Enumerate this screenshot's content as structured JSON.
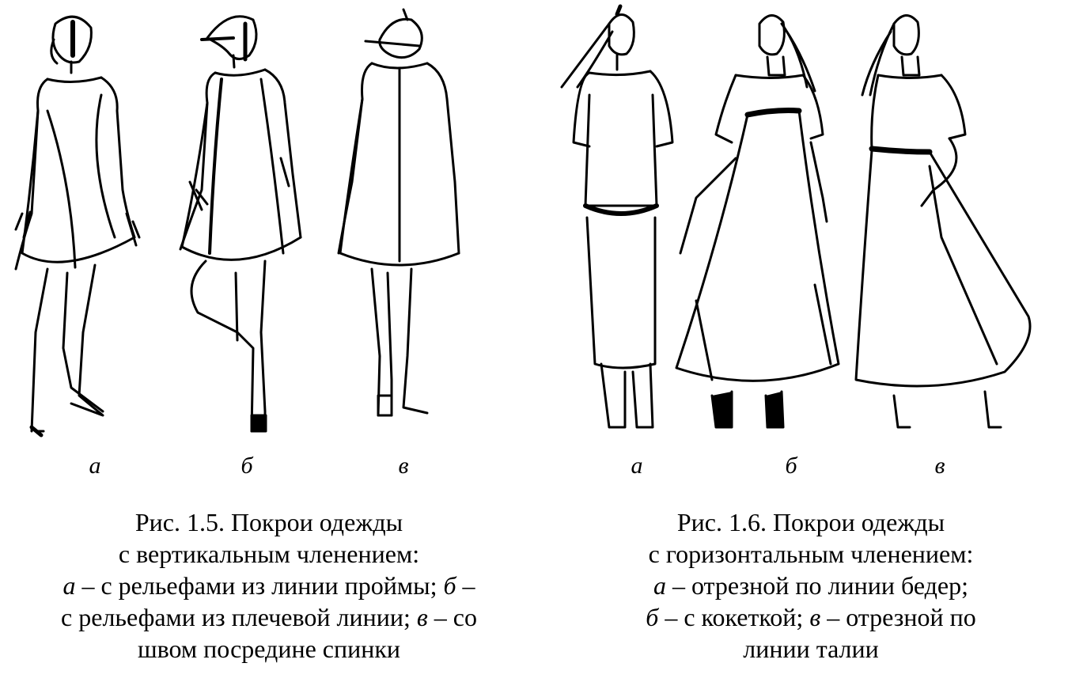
{
  "figure_15": {
    "labels": [
      "а",
      "б",
      "в"
    ],
    "caption": {
      "line1": "Рис. 1.5. Покрои одежды",
      "line2": "с вертикальным членением:",
      "line3": {
        "k1": "а",
        "t1": " – с рельефами из линии проймы; ",
        "k2": "б",
        "t2": " –"
      },
      "line4": {
        "t1": "с рельефами из плечевой линии; ",
        "k1": "в",
        "t2": " – со"
      },
      "line5": "швом посредине спинки"
    }
  },
  "figure_16": {
    "labels": [
      "а",
      "б",
      "в"
    ],
    "caption": {
      "line1": "Рис. 1.6. Покрои одежды",
      "line2": "с горизонтальным членением:",
      "line3": {
        "k1": "а",
        "t1": " – отрезной по линии бедер;"
      },
      "line4": {
        "k1": "б",
        "t1": " – с кокеткой; ",
        "k2": "в",
        "t2": " – отрезной по"
      },
      "line5": "линии талии"
    }
  }
}
